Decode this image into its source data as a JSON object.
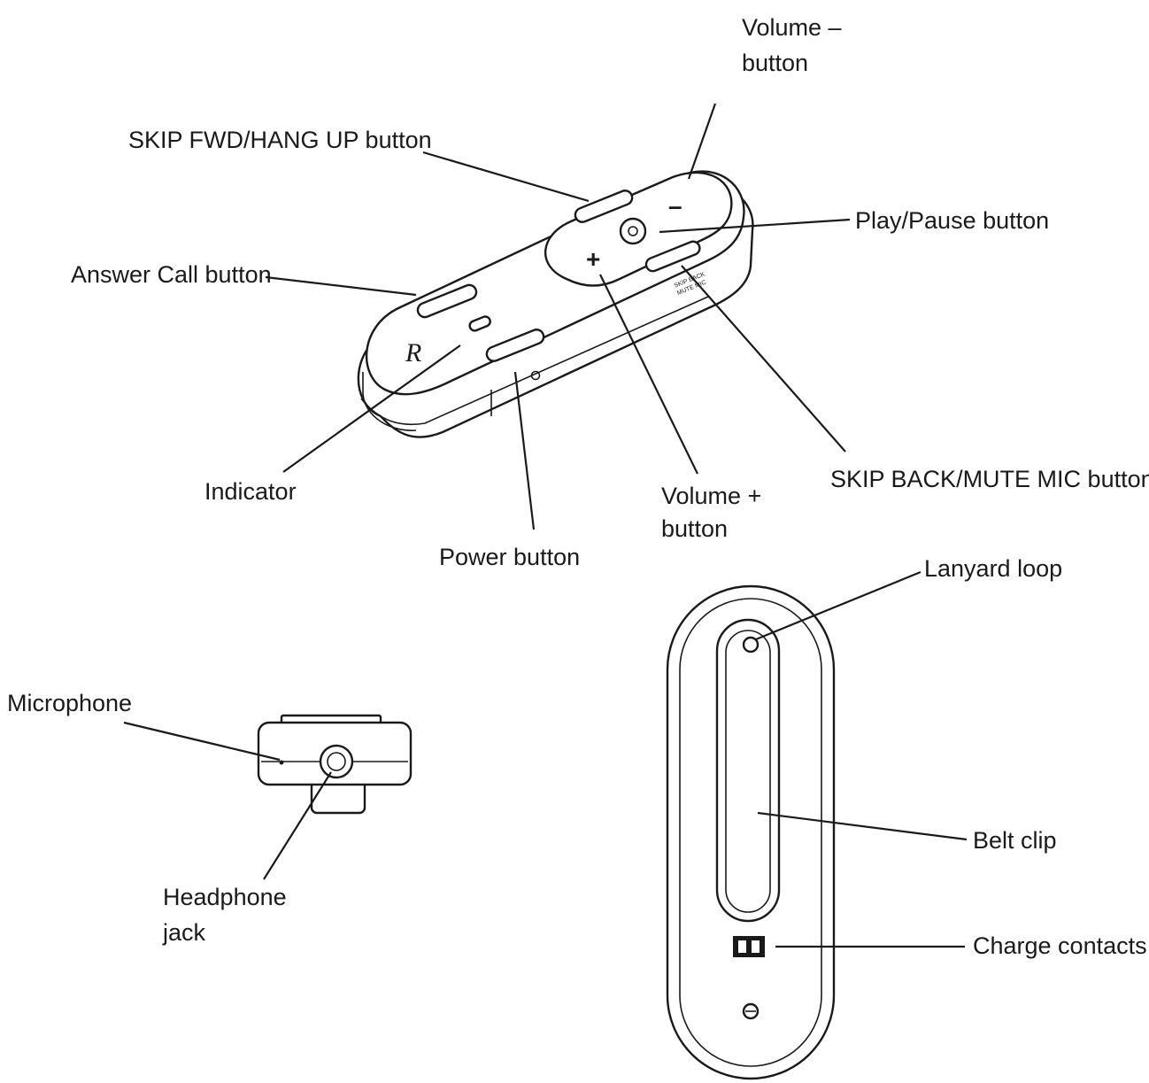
{
  "labels": {
    "volume_minus_l1": "Volume –",
    "volume_minus_l2": "button",
    "skip_fwd": "SKIP FWD/HANG UP button",
    "play_pause": "Play/Pause button",
    "answer_call": "Answer Call button",
    "indicator": "Indicator",
    "power": "Power button",
    "volume_plus_l1": "Volume +",
    "volume_plus_l2": "button",
    "skip_back": "SKIP BACK/MUTE MIC button",
    "lanyard": "Lanyard loop",
    "microphone": "Microphone",
    "belt_clip": "Belt clip",
    "charge": "Charge contacts",
    "headphone_l1": "Headphone",
    "headphone_l2": "jack"
  },
  "device_print": {
    "skip_back_line": "SKIP BACK",
    "mute_mic_line": "MUTE MIC",
    "minus_symbol": "–",
    "plus_symbol": "+",
    "logo": "R"
  }
}
